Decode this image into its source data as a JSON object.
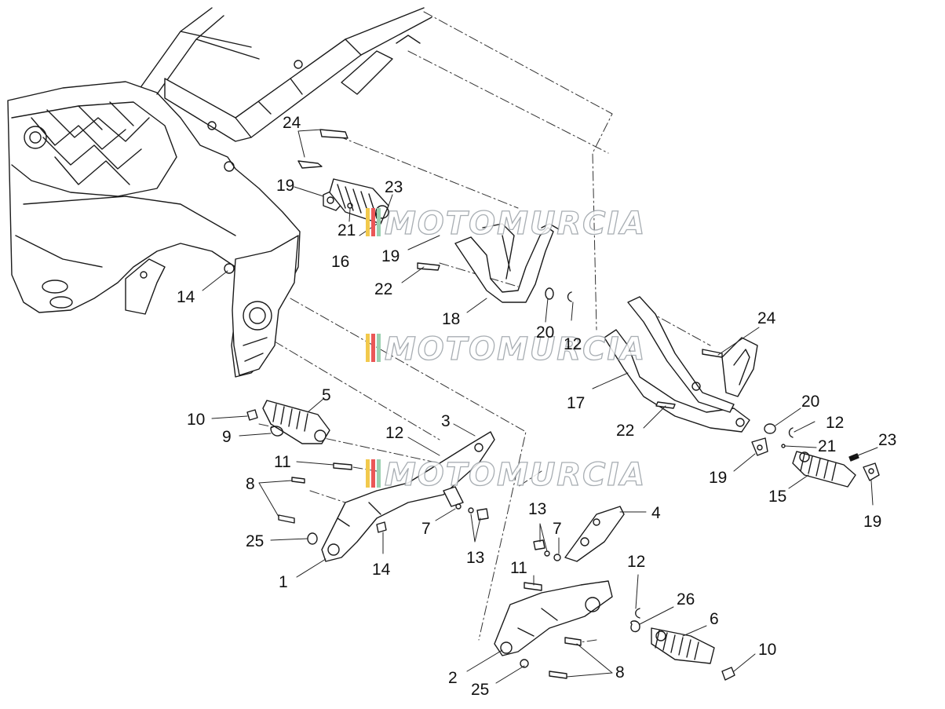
{
  "diagram": {
    "watermark": "MOTOMURCIA",
    "callouts": [
      {
        "id": "24a",
        "text": "24"
      },
      {
        "id": "19a",
        "text": "19"
      },
      {
        "id": "23a",
        "text": "23"
      },
      {
        "id": "21a",
        "text": "21"
      },
      {
        "id": "19b",
        "text": "19"
      },
      {
        "id": "16",
        "text": "16"
      },
      {
        "id": "22a",
        "text": "22"
      },
      {
        "id": "14a",
        "text": "14"
      },
      {
        "id": "18",
        "text": "18"
      },
      {
        "id": "20a",
        "text": "20"
      },
      {
        "id": "12a",
        "text": "12"
      },
      {
        "id": "24b",
        "text": "24"
      },
      {
        "id": "17",
        "text": "17"
      },
      {
        "id": "20b",
        "text": "20"
      },
      {
        "id": "12b",
        "text": "12"
      },
      {
        "id": "22b",
        "text": "22"
      },
      {
        "id": "21b",
        "text": "21"
      },
      {
        "id": "23b",
        "text": "23"
      },
      {
        "id": "19c",
        "text": "19"
      },
      {
        "id": "15",
        "text": "15"
      },
      {
        "id": "19d",
        "text": "19"
      },
      {
        "id": "5",
        "text": "5"
      },
      {
        "id": "10a",
        "text": "10"
      },
      {
        "id": "3",
        "text": "3"
      },
      {
        "id": "9",
        "text": "9"
      },
      {
        "id": "12c",
        "text": "12"
      },
      {
        "id": "11a",
        "text": "11"
      },
      {
        "id": "8a",
        "text": "8"
      },
      {
        "id": "7a",
        "text": "7"
      },
      {
        "id": "25a",
        "text": "25"
      },
      {
        "id": "14b",
        "text": "14"
      },
      {
        "id": "13a",
        "text": "13"
      },
      {
        "id": "1",
        "text": "1"
      },
      {
        "id": "13b",
        "text": "13"
      },
      {
        "id": "4",
        "text": "4"
      },
      {
        "id": "7b",
        "text": "7"
      },
      {
        "id": "11b",
        "text": "11"
      },
      {
        "id": "12d",
        "text": "12"
      },
      {
        "id": "26",
        "text": "26"
      },
      {
        "id": "6",
        "text": "6"
      },
      {
        "id": "10b",
        "text": "10"
      },
      {
        "id": "2",
        "text": "2"
      },
      {
        "id": "8b",
        "text": "8"
      },
      {
        "id": "25b",
        "text": "25"
      }
    ]
  }
}
